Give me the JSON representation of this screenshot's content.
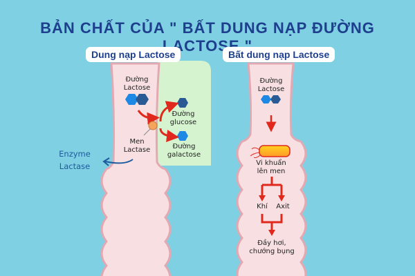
{
  "title": "BẢN CHẤT CỦA \" BẤT DUNG NẠP ĐƯỜNG LACTOSE \"",
  "left": {
    "heading": "Dung nạp Lactose",
    "lactose": [
      "Đường",
      "Lactose"
    ],
    "enzyme_inner": [
      "Men",
      "Lactase"
    ],
    "glucose": [
      "Đường",
      "glucose"
    ],
    "galactose": [
      "Đường",
      "galactose"
    ],
    "enzyme_outer": [
      "Enzyme",
      "Lactase"
    ]
  },
  "right": {
    "heading": "Bất dung nạp Lactose",
    "lactose": [
      "Đường",
      "Lactose"
    ],
    "bacteria": [
      "Vi khuẩn",
      "lên men"
    ],
    "gas": "Khí",
    "acid": "Axit",
    "result": [
      "Đầy hơi,",
      "chướng bụng"
    ]
  },
  "colors": {
    "background": "#7fd0e2",
    "title": "#1d3f8e",
    "tube_fill": "#f7dfe2",
    "tube_stroke": "#e2a9b3",
    "green_panel": "#d6f3cf",
    "arrow": "#e0281c",
    "hex_light": "#1e88e5",
    "hex_dark": "#2a5a94"
  }
}
